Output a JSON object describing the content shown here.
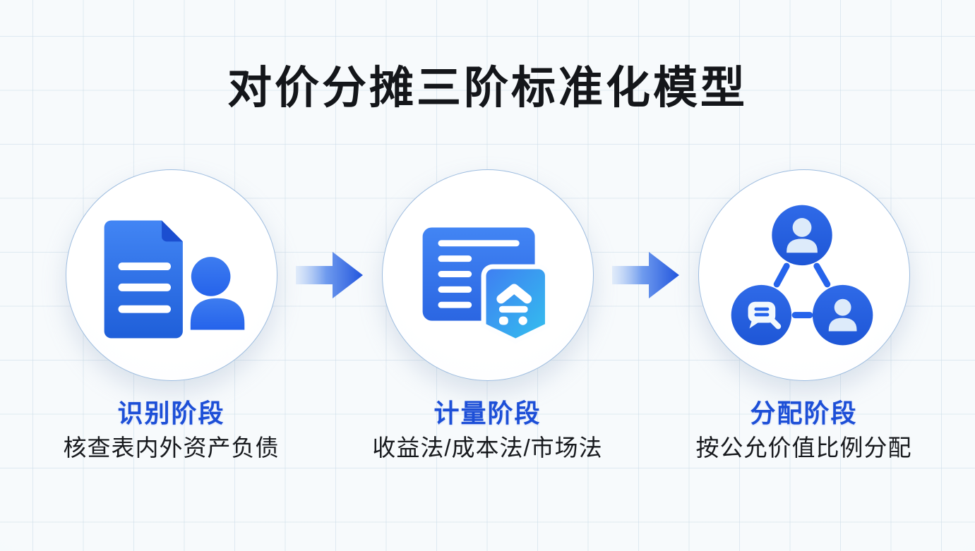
{
  "page": {
    "title": "对价分摊三阶标准化模型"
  },
  "stages": [
    {
      "label": "识别阶段",
      "description": "核查表内外资产负债",
      "icon": "document-person-icon"
    },
    {
      "label": "计量阶段",
      "description": "收益法/成本法/市场法",
      "icon": "ledger-badge-icon"
    },
    {
      "label": "分配阶段",
      "description": "按公允价值比例分配",
      "icon": "network-people-icon"
    }
  ],
  "connectors": [
    {
      "icon": "arrow-right-icon"
    },
    {
      "icon": "arrow-right-icon"
    }
  ],
  "colors": {
    "background": "#f7fafc",
    "grid_line": "#cbdbe7",
    "title_text": "#14161a",
    "stage_label_blue": "#1d4fd7",
    "description_text": "#17191d",
    "icon_blue_start": "#4285f4",
    "icon_blue_end": "#1f5fd9",
    "fold_dark_blue": "#1b4ed0",
    "shield_gradient_start": "#3f7df2",
    "shield_gradient_end": "#33c1ee",
    "arrow_gradient_start": "#cfe0f8",
    "arrow_gradient_end": "#2356dd",
    "person_glyph": "#ddebfa",
    "circle_ring": "#7ca6d4"
  }
}
